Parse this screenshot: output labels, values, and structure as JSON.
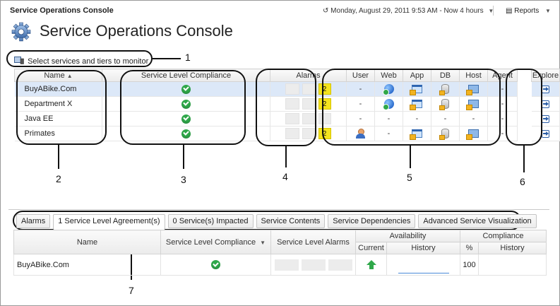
{
  "header": {
    "app_title": "Service Operations Console",
    "time_range": "Monday, August 29, 2011 9:53 AM - Now 4 hours",
    "reports_label": "Reports"
  },
  "page": {
    "title": "Service Operations Console",
    "select_link": "Select services and tiers to monitor"
  },
  "services_table": {
    "columns": {
      "name": "Name",
      "slc": "Service Level Compliance",
      "alarms": "Alarms",
      "user": "User",
      "web": "Web",
      "app": "App",
      "db": "DB",
      "host": "Host",
      "agent": "Agent",
      "explore": "Explore"
    },
    "rows": [
      {
        "name": "BuyABike.Com",
        "alarm_count": "2",
        "user": "-",
        "agent": "-"
      },
      {
        "name": "Department X",
        "alarm_count": "2",
        "user": "-",
        "agent": "-"
      },
      {
        "name": "Java EE",
        "user": "-",
        "web": "-",
        "app": "-",
        "db": "-",
        "host": "-",
        "agent": "-"
      },
      {
        "name": "Primates",
        "alarm_count": "2",
        "web": "-",
        "agent": "-"
      }
    ]
  },
  "annotations": [
    "1",
    "2",
    "3",
    "4",
    "5",
    "6",
    "7"
  ],
  "tabs": [
    "Alarms",
    "1 Service Level Agreement(s)",
    "0 Service(s) Impacted",
    "Service Contents",
    "Service Dependencies",
    "Advanced Service Visualization"
  ],
  "detail_table": {
    "columns": {
      "name": "Name",
      "slc": "Service Level Compliance",
      "sla": "Service Level Alarms",
      "availability": "Availability",
      "current": "Current",
      "history": "History",
      "compliance": "Compliance",
      "percent": "%",
      "comp_history": "History"
    },
    "row": {
      "name": "BuyABike.Com",
      "percent": "100"
    }
  },
  "colors": {
    "ok_green": "#2fa84a",
    "alarm_yellow": "#f4e41d",
    "selected_row": "#dce8f8"
  }
}
